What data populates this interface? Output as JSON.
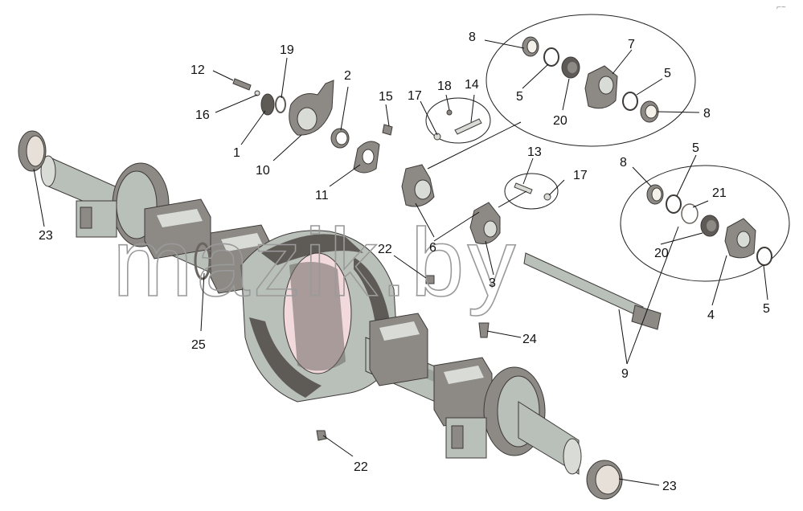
{
  "watermark": "mazik.by",
  "corner_mark": "⌐~",
  "callouts": {
    "c1": "1",
    "c2": "2",
    "c3": "3",
    "c4": "4",
    "c5a": "5",
    "c5b": "5",
    "c5c": "5",
    "c5d": "5",
    "c6": "6",
    "c7": "7",
    "c8a": "8",
    "c8b": "8",
    "c8c": "8",
    "c9": "9",
    "c10": "10",
    "c11": "11",
    "c12": "12",
    "c13": "13",
    "c14": "14",
    "c15": "15",
    "c16": "16",
    "c17a": "17",
    "c17b": "17",
    "c18": "18",
    "c19": "19",
    "c20a": "20",
    "c20b": "20",
    "c21": "21",
    "c22a": "22",
    "c22b": "22",
    "c23a": "23",
    "c23b": "23",
    "c24": "24",
    "c25": "25"
  },
  "colors": {
    "housing_body": "#b9bfb9",
    "housing_dark": "#5e5a56",
    "highlight": "#f1d9dc",
    "line": "#111111",
    "watermark": "#9a9a9a"
  }
}
